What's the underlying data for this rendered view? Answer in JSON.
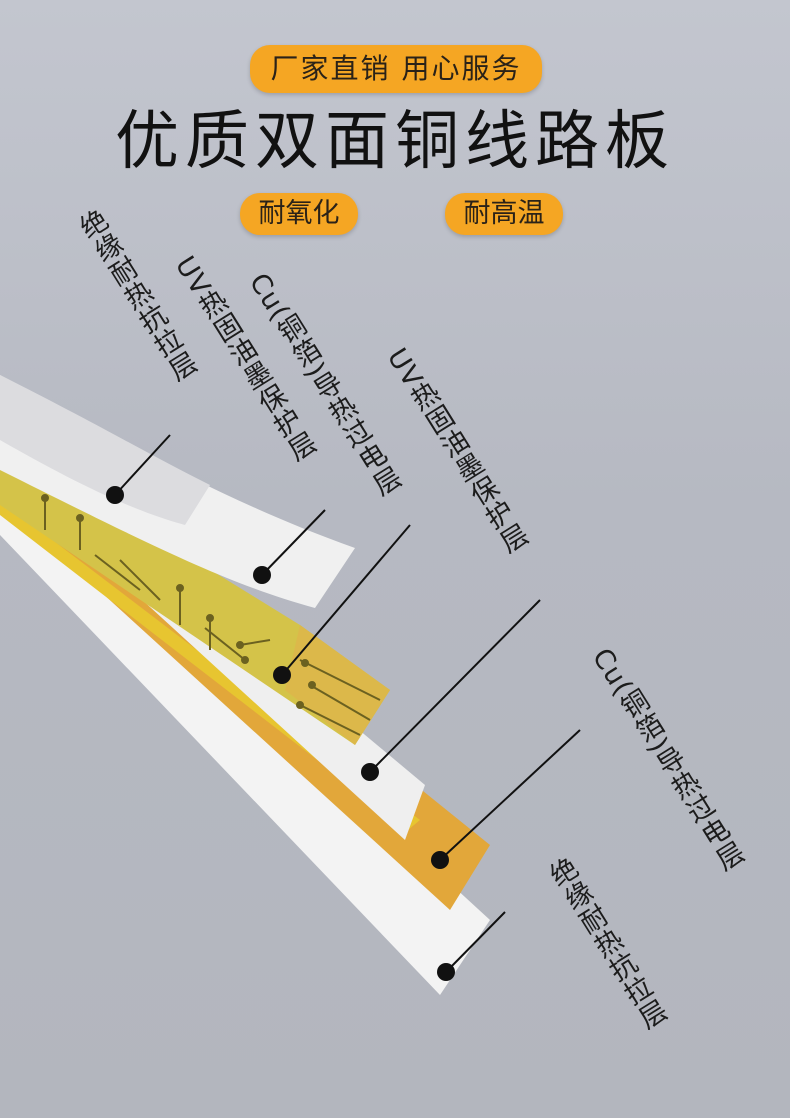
{
  "header": {
    "badge": "厂家直销 用心服务",
    "title": "优质双面铜线路板",
    "feature_1": "耐氧化",
    "feature_2": "耐高温"
  },
  "labels": {
    "top_1": "绝缘耐热抗拉层",
    "top_2": "UV热固油墨保护层",
    "top_3": "Cu(铜箔)导热过电层",
    "top_4": "UV热固油墨保护层",
    "right_1": "Cu(铜箔)导热过电层",
    "right_2": "绝缘耐热抗拉层"
  },
  "colors": {
    "accent": "#f5a623",
    "copper_gold": "#d7c84a",
    "layer_white": "#f2f2f2",
    "layer_orange": "#e3a93a"
  }
}
